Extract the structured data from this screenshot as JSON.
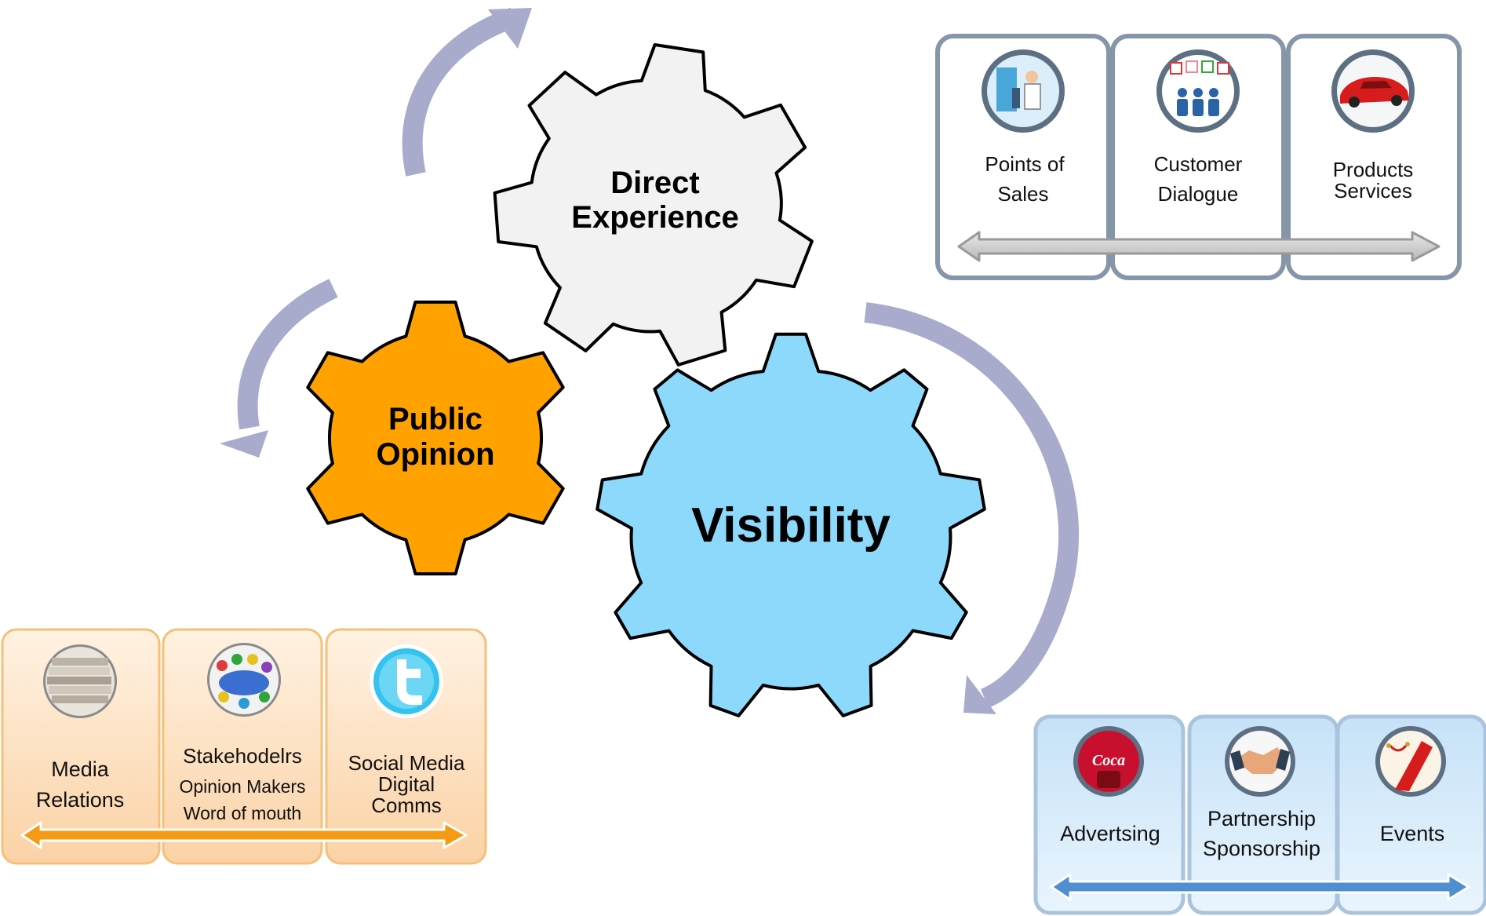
{
  "gears": {
    "direct_experience": {
      "line1": "Direct",
      "line2": "Experience",
      "color": "#f2f2f2"
    },
    "public_opinion": {
      "line1": "Public",
      "line2": "Opinion",
      "color": "#ffa200"
    },
    "visibility": {
      "label": "Visibility",
      "color": "#8dd9fb"
    }
  },
  "arrow_color": "#a9abcc",
  "groups": {
    "direct": {
      "border_color": "#8596a9",
      "arrow_color": "#c9c9c9",
      "cards": [
        {
          "lines": [
            "Points of",
            "Sales"
          ],
          "icon": "sales-people-icon"
        },
        {
          "lines": [
            "Customer",
            "Dialogue"
          ],
          "icon": "meeting-icon"
        },
        {
          "lines": [
            "Products",
            "Services"
          ],
          "icon": "red-car-icon"
        }
      ]
    },
    "public": {
      "border_color": "#f5c07a",
      "fill_color": "#fde1c2",
      "arrow_color": "#f59a12",
      "cards": [
        {
          "lines": [
            "Media",
            "Relations"
          ],
          "icon": "newspapers-icon"
        },
        {
          "lines": [
            "Stakehodelrs",
            "Opinion Makers",
            "Word of mouth"
          ],
          "icon": "round-table-icon"
        },
        {
          "lines": [
            "Social Media",
            "Digital",
            "Comms"
          ],
          "icon": "twitter-icon"
        }
      ]
    },
    "visibility": {
      "border_color": "#a9c4dc",
      "fill_color": "#d8ecfb",
      "arrow_color": "#4f8fcf",
      "cards": [
        {
          "lines": [
            "Advertsing"
          ],
          "icon": "coca-cola-icon"
        },
        {
          "lines": [
            "Partnership",
            "Sponsorship"
          ],
          "icon": "handshake-icon"
        },
        {
          "lines": [
            "Events"
          ],
          "icon": "red-carpet-icon"
        }
      ]
    }
  }
}
